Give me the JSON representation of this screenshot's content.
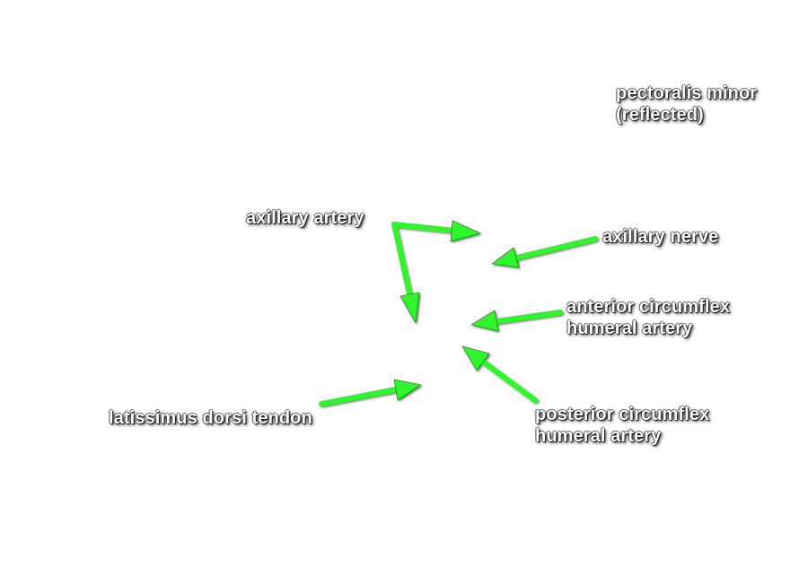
{
  "labels": {
    "pectoralis_minor": [
      "pectoralis minor",
      "(reflected)"
    ],
    "axillary_artery": [
      "axillary artery"
    ],
    "axillary_nerve": [
      "axillary nerve"
    ],
    "anterior_circumflex": [
      "anterior circumflex",
      "humeral artery"
    ],
    "latissimus_dorsi": [
      "latissimus dorsi tendon"
    ],
    "posterior_circumflex": [
      "posterior circumflex",
      "humeral artery"
    ]
  },
  "colors": {
    "arrow": "#2ef62a",
    "arrow_outline": "#0c6a0c",
    "label_text": "#ffffff",
    "background": "#ffffff"
  }
}
